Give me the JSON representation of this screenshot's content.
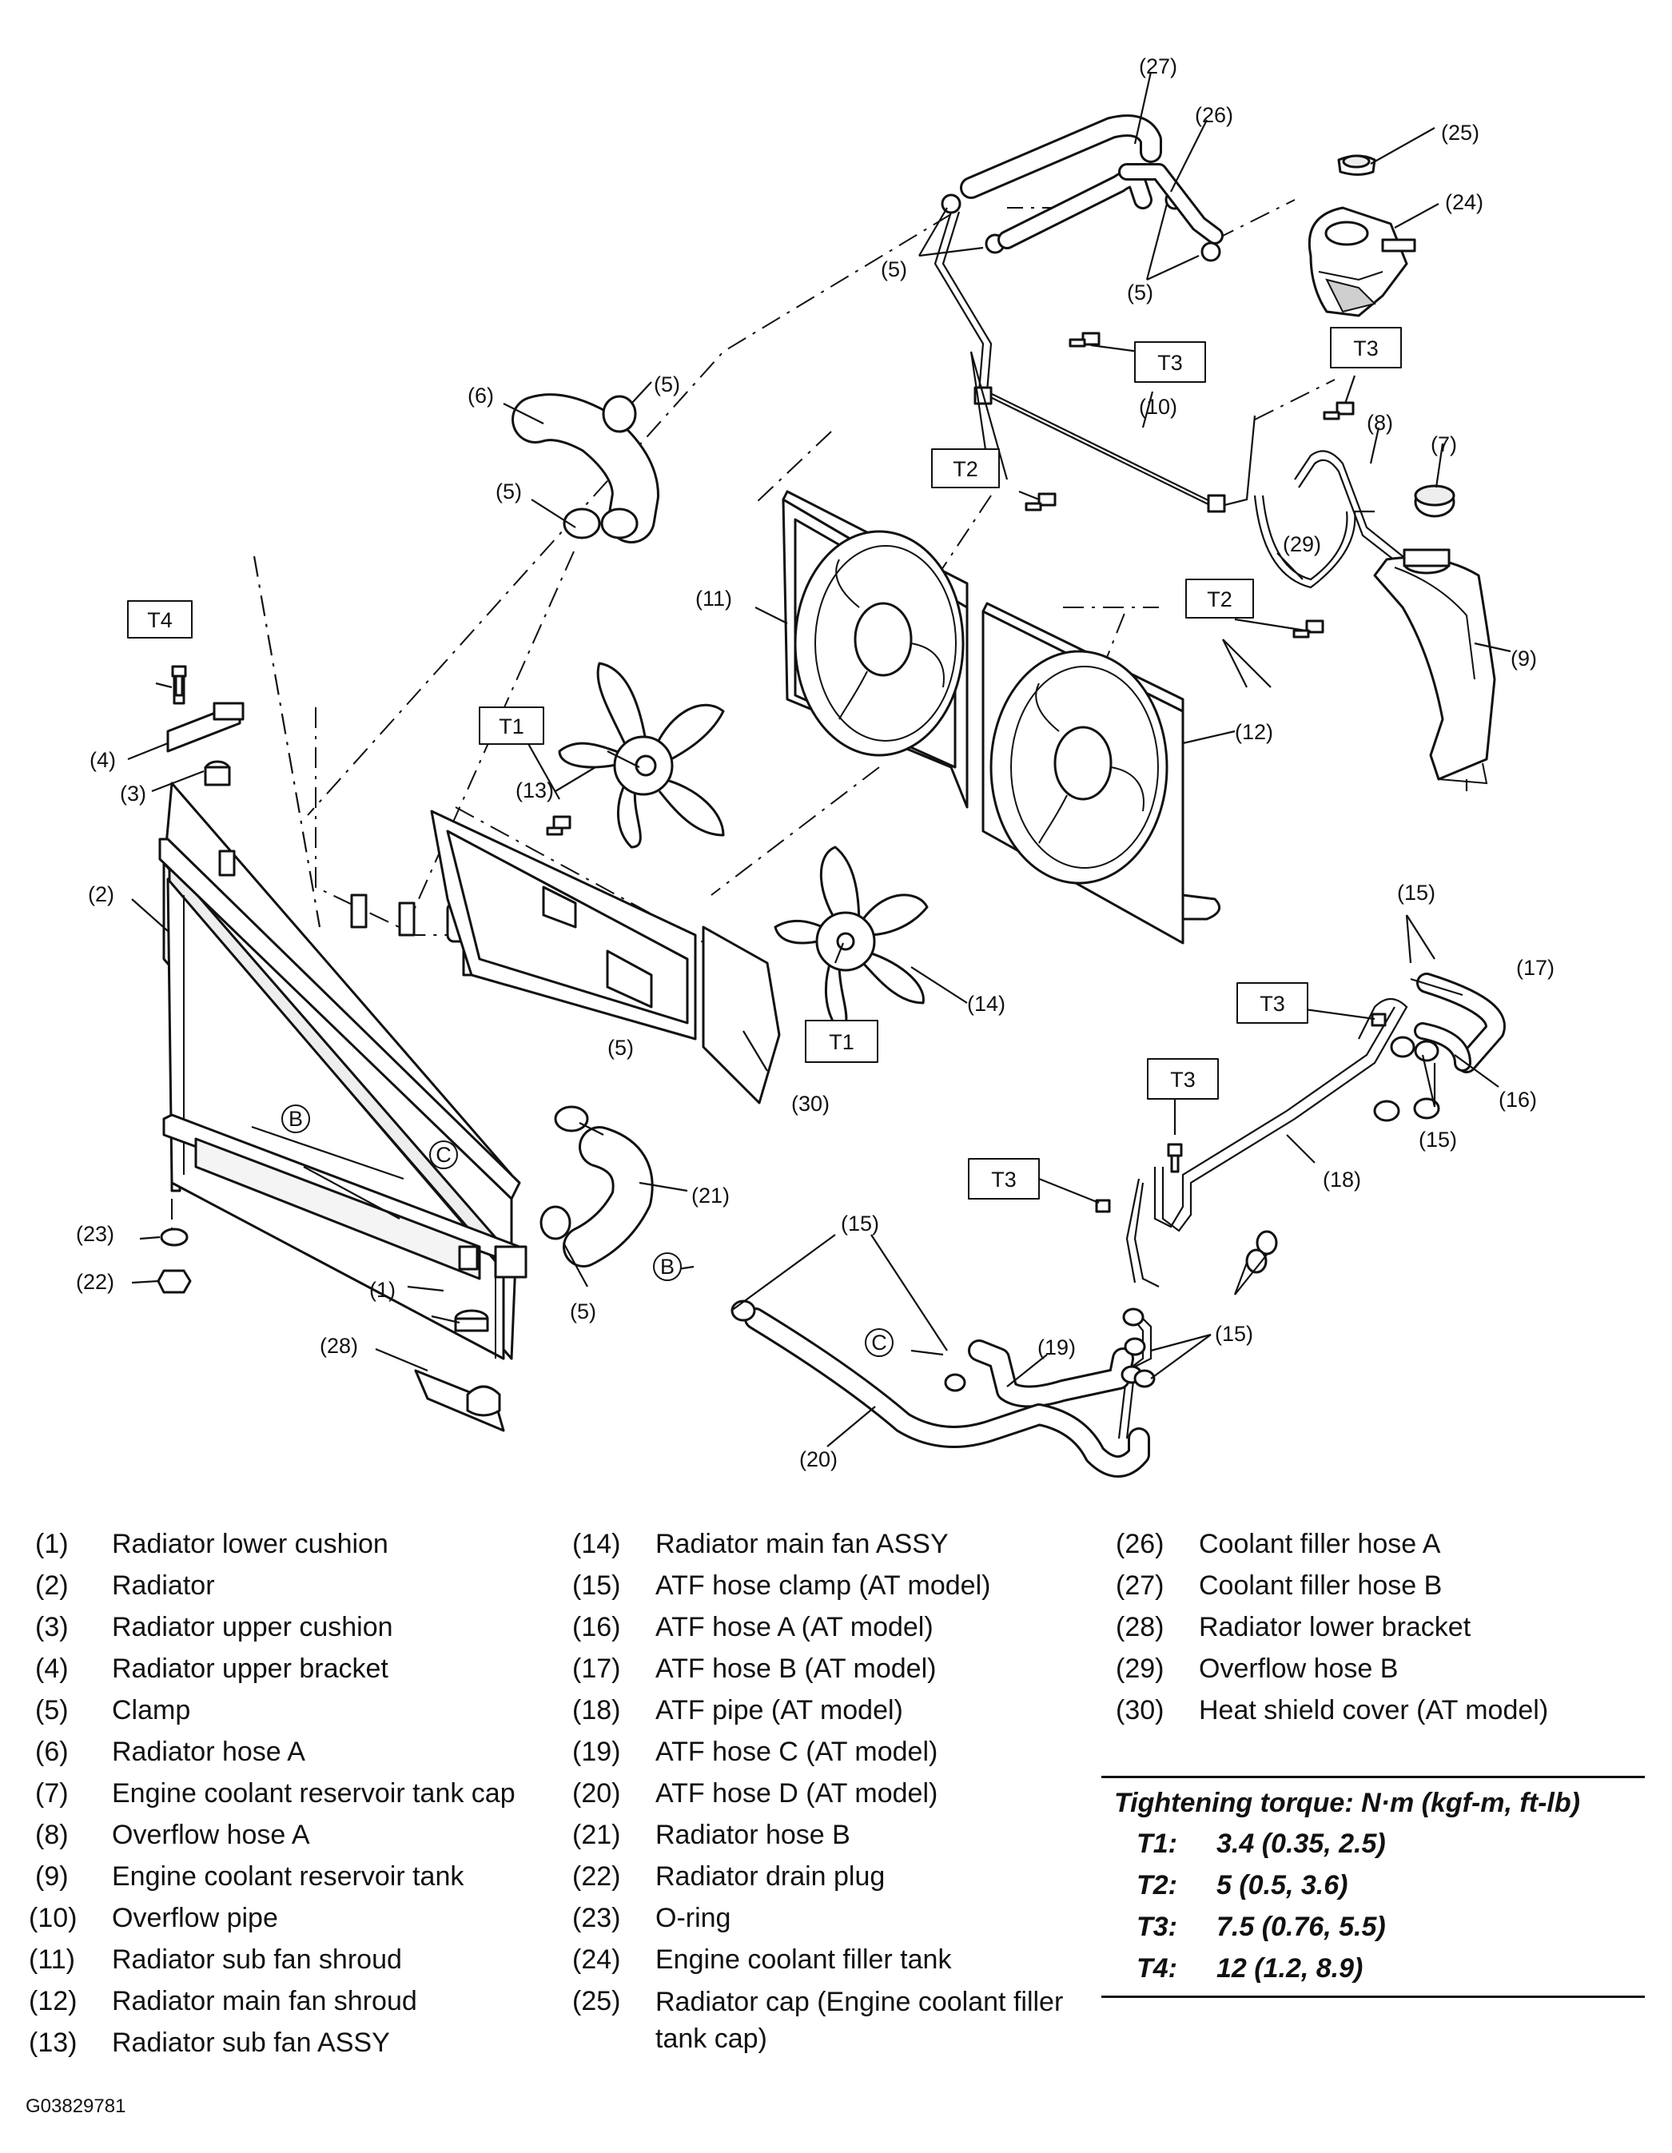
{
  "callouts": {
    "c1": "(1)",
    "c2": "(2)",
    "c3": "(3)",
    "c4": "(4)",
    "c5": "(5)",
    "c6": "(6)",
    "c7": "(7)",
    "c8": "(8)",
    "c9": "(9)",
    "c10": "(10)",
    "c11": "(11)",
    "c12": "(12)",
    "c13": "(13)",
    "c14": "(14)",
    "c15": "(15)",
    "c16": "(16)",
    "c17": "(17)",
    "c18": "(18)",
    "c19": "(19)",
    "c20": "(20)",
    "c21": "(21)",
    "c22": "(22)",
    "c23": "(23)",
    "c24": "(24)",
    "c25": "(25)",
    "c26": "(26)",
    "c27": "(27)",
    "c28": "(28)",
    "c29": "(29)",
    "c30": "(30)"
  },
  "torque_tags": {
    "t1": "T1",
    "t2": "T2",
    "t3": "T3",
    "t4": "T4"
  },
  "circle_labels": {
    "b": "B",
    "c": "C"
  },
  "legend": {
    "col1": [
      {
        "num": "(1)",
        "name": "Radiator lower cushion"
      },
      {
        "num": "(2)",
        "name": "Radiator"
      },
      {
        "num": "(3)",
        "name": "Radiator upper cushion"
      },
      {
        "num": "(4)",
        "name": "Radiator upper bracket"
      },
      {
        "num": "(5)",
        "name": "Clamp"
      },
      {
        "num": "(6)",
        "name": "Radiator hose A"
      },
      {
        "num": "(7)",
        "name": "Engine coolant reservoir tank cap"
      },
      {
        "num": "(8)",
        "name": "Overflow hose A"
      },
      {
        "num": "(9)",
        "name": "Engine coolant reservoir tank"
      },
      {
        "num": "(10)",
        "name": "Overflow pipe"
      },
      {
        "num": "(11)",
        "name": "Radiator sub fan shroud"
      },
      {
        "num": "(12)",
        "name": "Radiator main fan shroud"
      },
      {
        "num": "(13)",
        "name": "Radiator sub fan ASSY"
      }
    ],
    "col2": [
      {
        "num": "(14)",
        "name": "Radiator main fan ASSY"
      },
      {
        "num": "(15)",
        "name": "ATF hose clamp (AT model)"
      },
      {
        "num": "(16)",
        "name": "ATF hose A (AT model)"
      },
      {
        "num": "(17)",
        "name": "ATF hose B (AT model)"
      },
      {
        "num": "(18)",
        "name": "ATF pipe (AT model)"
      },
      {
        "num": "(19)",
        "name": "ATF hose C (AT model)"
      },
      {
        "num": "(20)",
        "name": "ATF hose D (AT model)"
      },
      {
        "num": "(21)",
        "name": "Radiator hose B"
      },
      {
        "num": "(22)",
        "name": "Radiator drain plug"
      },
      {
        "num": "(23)",
        "name": "O-ring"
      },
      {
        "num": "(24)",
        "name": "Engine coolant filler tank"
      },
      {
        "num": "(25)",
        "name": "Radiator cap (Engine coolant filler tank cap)"
      }
    ],
    "col3": [
      {
        "num": "(26)",
        "name": "Coolant filler hose A"
      },
      {
        "num": "(27)",
        "name": "Coolant filler hose B"
      },
      {
        "num": "(28)",
        "name": "Radiator lower bracket"
      },
      {
        "num": "(29)",
        "name": "Overflow hose B"
      },
      {
        "num": "(30)",
        "name": "Heat shield cover (AT model)"
      }
    ]
  },
  "torque": {
    "title": "Tightening torque: N·m (kgf-m, ft-lb)",
    "rows": [
      {
        "key": "T1:",
        "value": "3.4 (0.35, 2.5)"
      },
      {
        "key": "T2:",
        "value": "5 (0.5, 3.6)"
      },
      {
        "key": "T3:",
        "value": "7.5 (0.76, 5.5)"
      },
      {
        "key": "T4:",
        "value": "12 (1.2, 8.9)"
      }
    ]
  },
  "figure_id": "G03829781"
}
